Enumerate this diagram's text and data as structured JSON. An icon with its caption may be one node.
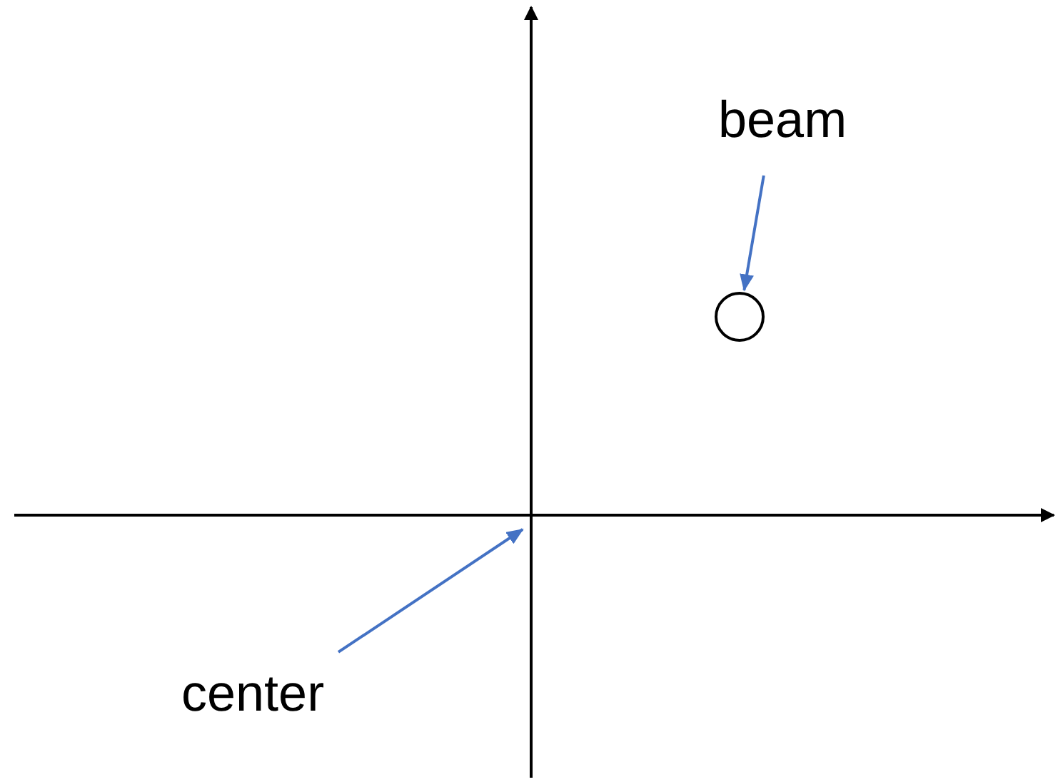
{
  "diagram": {
    "nodes": [
      {
        "text": [
          "beam"
        ]
      },
      {
        "text": [],
        "shape": "circle"
      },
      {
        "text": [
          "center"
        ]
      }
    ],
    "edges": [
      {
        "from": 0,
        "to": 1,
        "arrow": "to"
      },
      {
        "from": 2,
        "to": null,
        "arrow": "to"
      }
    ]
  }
}
